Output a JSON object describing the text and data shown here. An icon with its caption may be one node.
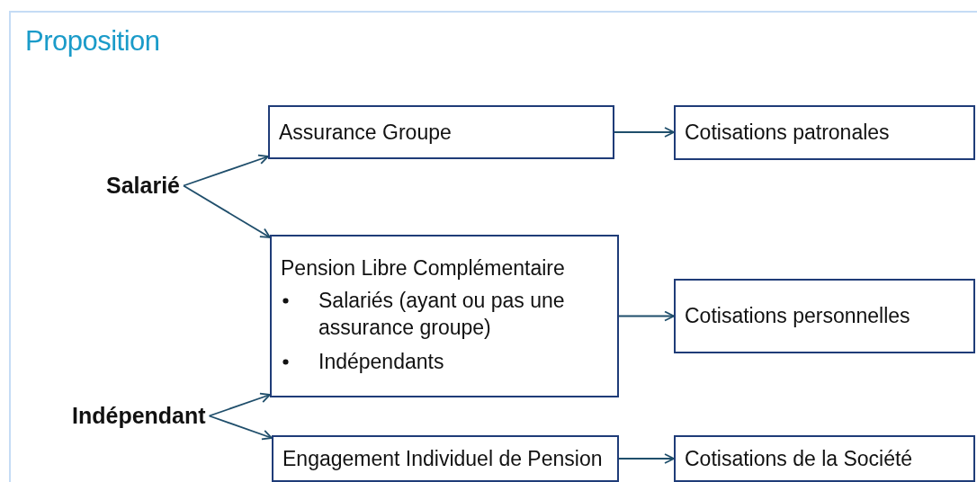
{
  "diagram": {
    "title": "Proposition",
    "nodes": [
      {
        "text": [
          "Salarié"
        ]
      },
      {
        "text": [
          "Indépendant"
        ]
      },
      {
        "text": [
          "Assurance Groupe"
        ]
      },
      {
        "text": [
          "Cotisations patronales"
        ]
      },
      {
        "text": [
          "Pension Libre Complémentaire",
          "Salariés (ayant ou pas une assurance groupe)",
          "Indépendants"
        ]
      },
      {
        "text": [
          "Cotisations personnelles"
        ]
      },
      {
        "text": [
          "Engagement Individuel de Pension"
        ]
      },
      {
        "text": [
          "Cotisations de la Société"
        ]
      }
    ],
    "edges": [
      {
        "from": 0,
        "to": 2,
        "arrow": "to"
      },
      {
        "from": 0,
        "to": 4,
        "arrow": "to"
      },
      {
        "from": 1,
        "to": 4,
        "arrow": "to"
      },
      {
        "from": 1,
        "to": 6,
        "arrow": "to"
      },
      {
        "from": 2,
        "to": 3,
        "arrow": "to"
      },
      {
        "from": 4,
        "to": 5,
        "arrow": "to"
      },
      {
        "from": 6,
        "to": 7,
        "arrow": "to"
      }
    ]
  }
}
